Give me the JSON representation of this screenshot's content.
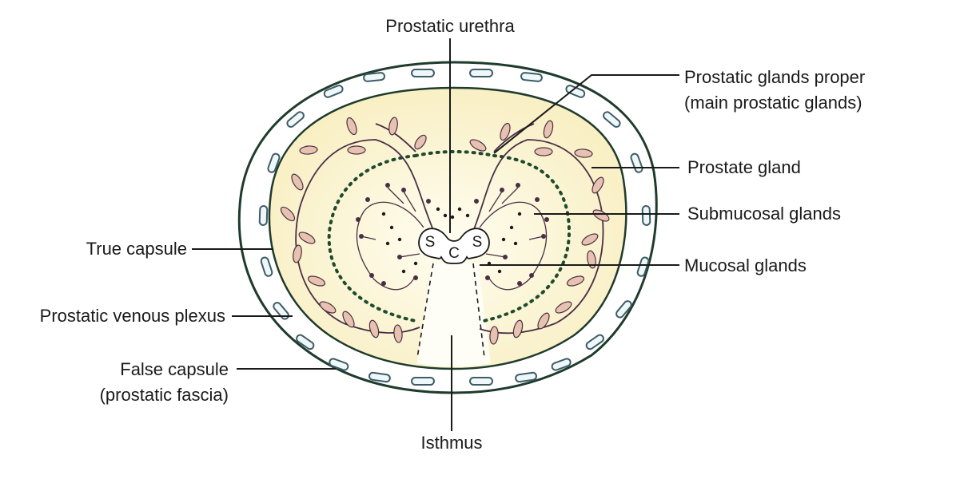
{
  "labels": {
    "prostatic_urethra": "Prostatic urethra",
    "glands_proper_line1": "Prostatic glands proper",
    "glands_proper_line2": "(main prostatic glands)",
    "prostate_gland": "Prostate gland",
    "submucosal_glands": "Submucosal glands",
    "mucosal_glands": "Mucosal glands",
    "true_capsule": "True capsule",
    "venous_plexus": "Prostatic venous plexus",
    "false_capsule_line1": "False capsule",
    "false_capsule_line2": "(prostatic fascia)",
    "isthmus": "Isthmus"
  },
  "urethra_letters": {
    "left": "S",
    "center": "C",
    "right": "S"
  },
  "colors": {
    "outline": "#1f3b2c",
    "fascia_fill": "#ffffff",
    "gland_fill": "#fbf3c8",
    "gland_center": "#fffdf0",
    "vein_outline": "#3e5b66",
    "vein_fill": "#eef8fa",
    "duct": "#4a2f44",
    "gland_bud": "#e8c2b0",
    "dot": "#3a2235",
    "dotted_border": "#1f4a2e",
    "text": "#1a1a1a"
  }
}
